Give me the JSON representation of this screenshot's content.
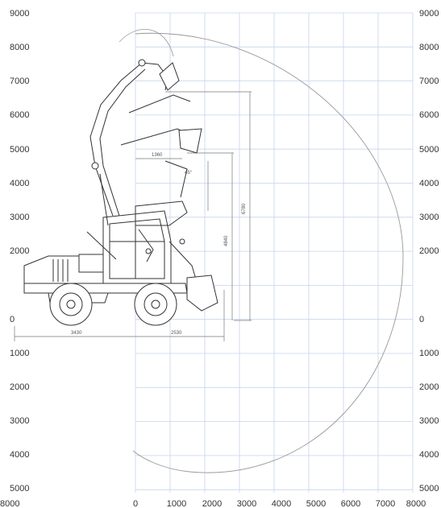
{
  "y_axis_left": [
    "9000",
    "8000",
    "7000",
    "6000",
    "5000",
    "4000",
    "3000",
    "2000",
    "0",
    "1000",
    "2000",
    "3000",
    "4000",
    "5000"
  ],
  "y_axis_right": [
    "9000",
    "8000",
    "7000",
    "6000",
    "5000",
    "4000",
    "3000",
    "2000",
    "0",
    "1000",
    "2000",
    "3000",
    "4000",
    "5000"
  ],
  "x_axis": [
    "0",
    "1000",
    "2000",
    "3000",
    "4000",
    "5000",
    "6000",
    "7000",
    "8000"
  ],
  "x_axis_left_cut": "8000",
  "dimensions": {
    "rear_length": "3430",
    "front_overhang": "2530",
    "reach_top": "1360",
    "angle": "45°",
    "max_height": "6780",
    "dump_height": "4840"
  },
  "colors": {
    "grid": "#c6d4ee",
    "line": "#333333",
    "arc": "#999999"
  }
}
